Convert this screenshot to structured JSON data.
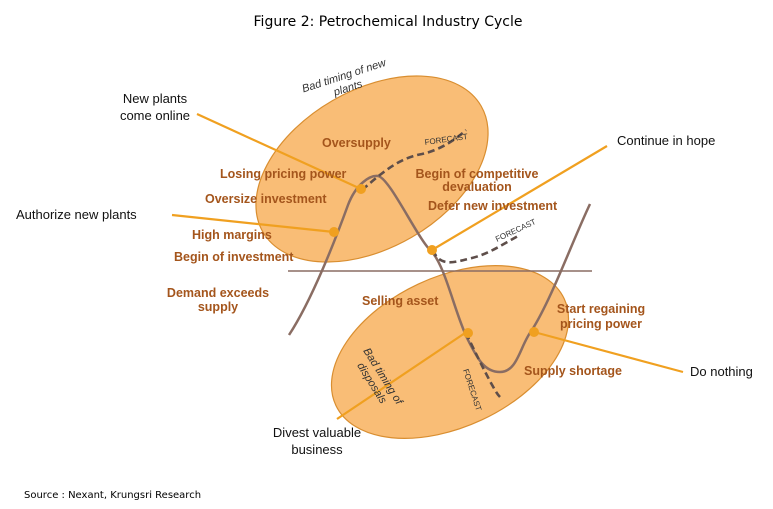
{
  "title": "Figure 2: Petrochemical Industry Cycle",
  "source": "Source : Nexant, Krungsri Research",
  "colors": {
    "ellipse_fill": "#f9bd76",
    "ellipse_stroke": "#d98e30",
    "curve": "#8a6d63",
    "forecast_line": "#5e4e4a",
    "callout_line": "#f0a020",
    "stage_text": "#a4551c",
    "axis_line": "#8a6d63"
  },
  "callouts": {
    "new_plants_1": "New plants",
    "new_plants_2": "come online",
    "authorize": "Authorize  new plants",
    "continue": "Continue  in hope",
    "do_nothing": "Do nothing",
    "divest_1": "Divest valuable",
    "divest_2": "business"
  },
  "stages": {
    "oversupply": "Oversupply",
    "losing_pricing": "Losing pricing power",
    "oversize": "Oversize investment",
    "high_margins": "High margins",
    "begin_investment": "Begin of investment",
    "demand_1": "Demand  exceeds",
    "demand_2": "supply",
    "competitive_1": "Begin of competitive",
    "competitive_2": "devaluation",
    "defer": "Defer new investment",
    "selling": "Selling asset",
    "regaining_1": "Start regaining",
    "regaining_2": "pricing power",
    "shortage": "Supply shortage"
  },
  "annotations": {
    "bad_timing_plants_1": "Bad timing of new",
    "bad_timing_plants_2": "plants",
    "bad_timing_disposals_1": "Bad timing of",
    "bad_timing_disposals_2": "disposals",
    "forecast_top": "FORECAST",
    "forecast_mid": "FORECAST",
    "forecast_bottom": "FORECAST"
  }
}
